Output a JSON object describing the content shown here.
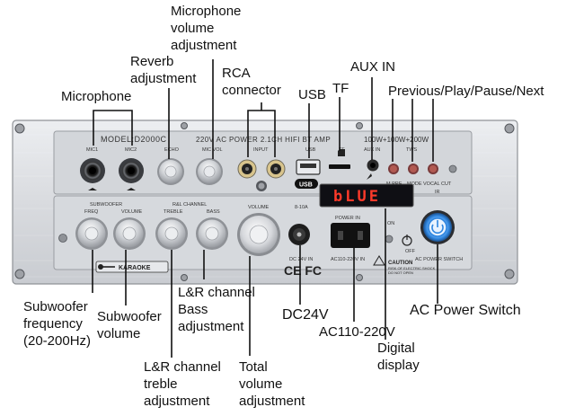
{
  "callouts": {
    "microphone": "Microphone",
    "reverb": "Reverb\nadjustment",
    "mic_volume": "Microphone\nvolume\nadjustment",
    "rca": "RCA\nconnector",
    "usb": "USB",
    "tf": "TF",
    "aux_in": "AUX IN",
    "prev_play": "Previous/Play/Pause/Next",
    "sub_freq": "Subwoofer\nfrequency\n(20-200Hz)",
    "sub_volume": "Subwoofer\nvolume",
    "lr_treble": "L&R channel\ntreble\nadjustment",
    "lr_bass": "L&R channel\nBass\nadjustment",
    "total_volume": "Total\nvolume\nadjustment",
    "dc24v": "DC24V",
    "ac_input": "AC110-220V",
    "digital_display": "Digital\ndisplay",
    "ac_power_switch": "AC Power Switch"
  },
  "panel": {
    "model": "MODEL:D2000C",
    "spec": "220V AC POWER 2.1CH HIFI BT AMP",
    "power_rating": "100W+100W+200W",
    "mic1": "MIC1",
    "mic2": "MIC2",
    "echo": "ECHO",
    "mic_vol": "MIC VOL",
    "input": "INPUT",
    "usb": "USB",
    "tf": "TF",
    "aux_in": "AUX IN",
    "tws": "TWS",
    "m_pre": "M.PRE",
    "mode": "MODE",
    "vocal_cut": "VOCAL CUT",
    "subwoofer": "SUBWOOFER",
    "freq": "FREQ",
    "volume": "VOLUME",
    "rl_channel": "R&L CHANNEL",
    "treble": "TREBLE",
    "bass": "BASS",
    "volume2": "VOLUME",
    "dc_current": "8-10A",
    "dc_in": "DC 24V IN",
    "power_in": "POWER IN",
    "ac_in": "AC110-220V IN",
    "on": "ON",
    "off": "OFF",
    "ac_power_switch": "AC POWER SWITCH",
    "display_text": "bLUE",
    "karaoke": "KARAOKE",
    "ce_mark": "CE FC",
    "caution_title": "CAUTION",
    "caution_line1": "RISK OF ELECTRIC SHOCK",
    "caution_line2": "DO NOT OPEN",
    "usb_logo": "USB",
    "ir": "IR"
  },
  "colors": {
    "panel": "#dcdee2",
    "knob": "#c9cbd0",
    "display_bg": "#0f0f14",
    "display_text": "#ff3a2a",
    "power_ring": "#2f86e0"
  }
}
